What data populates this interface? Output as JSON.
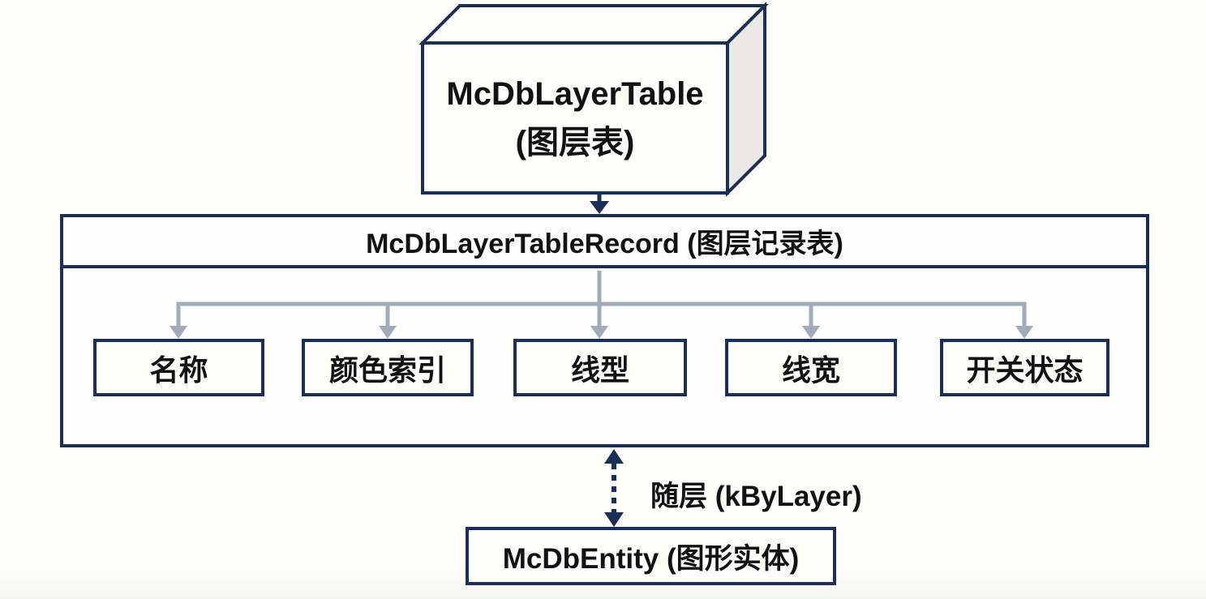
{
  "colors": {
    "line_navy": "#1b2e56",
    "text_black": "#121212",
    "cuboid_side_gray": "#e9e8e5",
    "background": "#fdfdfc"
  },
  "nodes": {
    "layer_table": {
      "title": "McDbLayerTable",
      "subtitle": "(图层表)"
    },
    "record": {
      "header": "McDbLayerTableRecord (图层记录表)",
      "children": [
        "名称",
        "颜色索引",
        "线型",
        "线宽",
        "开关状态"
      ]
    },
    "entity": {
      "label": "McDbEntity (图形实体)"
    }
  },
  "edges": {
    "table_to_record": {
      "type": "solid-arrow-down"
    },
    "record_to_children": {
      "type": "solid-tree-arrows-down"
    },
    "record_to_entity": {
      "type": "dashed-double-headed-arrow",
      "label": "随层 (kByLayer)"
    }
  }
}
